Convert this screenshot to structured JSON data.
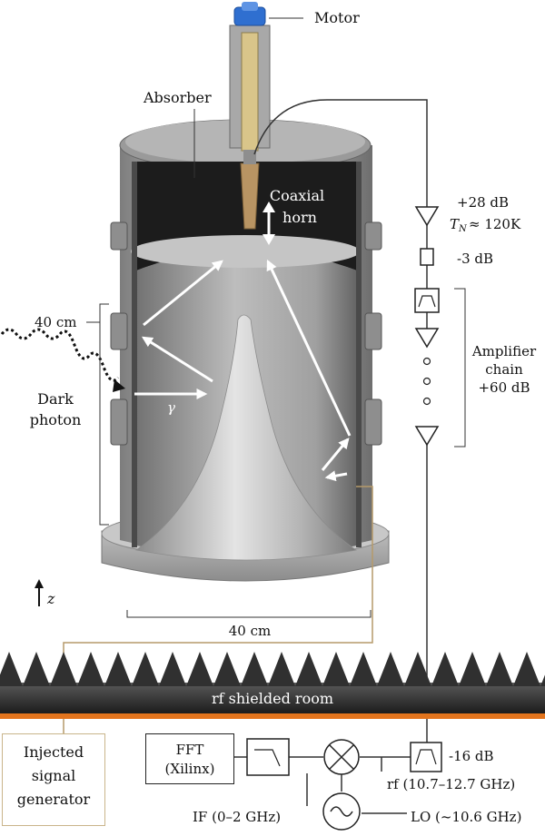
{
  "labels": {
    "motor": "Motor",
    "absorber": "Absorber",
    "coaxial": "Coaxial",
    "horn": "horn",
    "gain1": "+28 dB",
    "noise_sym": "T",
    "noise_sub": "N",
    "noise_val": "≈ 120K",
    "atten": "-3 dB",
    "amp_line1": "Amplifier",
    "amp_line2": "chain",
    "amp_line3": "+60 dB",
    "size_left": "40 cm",
    "dark1": "Dark",
    "dark2": "photon",
    "gamma": "γ",
    "z_axis": "z",
    "size_bottom": "40 cm",
    "room": "rf shielded room",
    "fft1": "FFT",
    "fft2": "(Xilinx)",
    "gen1": "Injected",
    "gen2": "signal",
    "gen3": "generator",
    "filter_loss": "-16 dB",
    "rf_band": "rf  (10.7–12.7 GHz)",
    "if_band": "IF (0–2 GHz)",
    "lo_freq": "LO (~10.6 GHz)"
  },
  "colors": {
    "cavity_dark": "#1c1c1c",
    "metal": "#b9b9b9",
    "motor": "#2f6fd0",
    "coax_cable": "#b59a6a",
    "room_floor": "#e2741d",
    "absorber_spike": "#303030"
  }
}
